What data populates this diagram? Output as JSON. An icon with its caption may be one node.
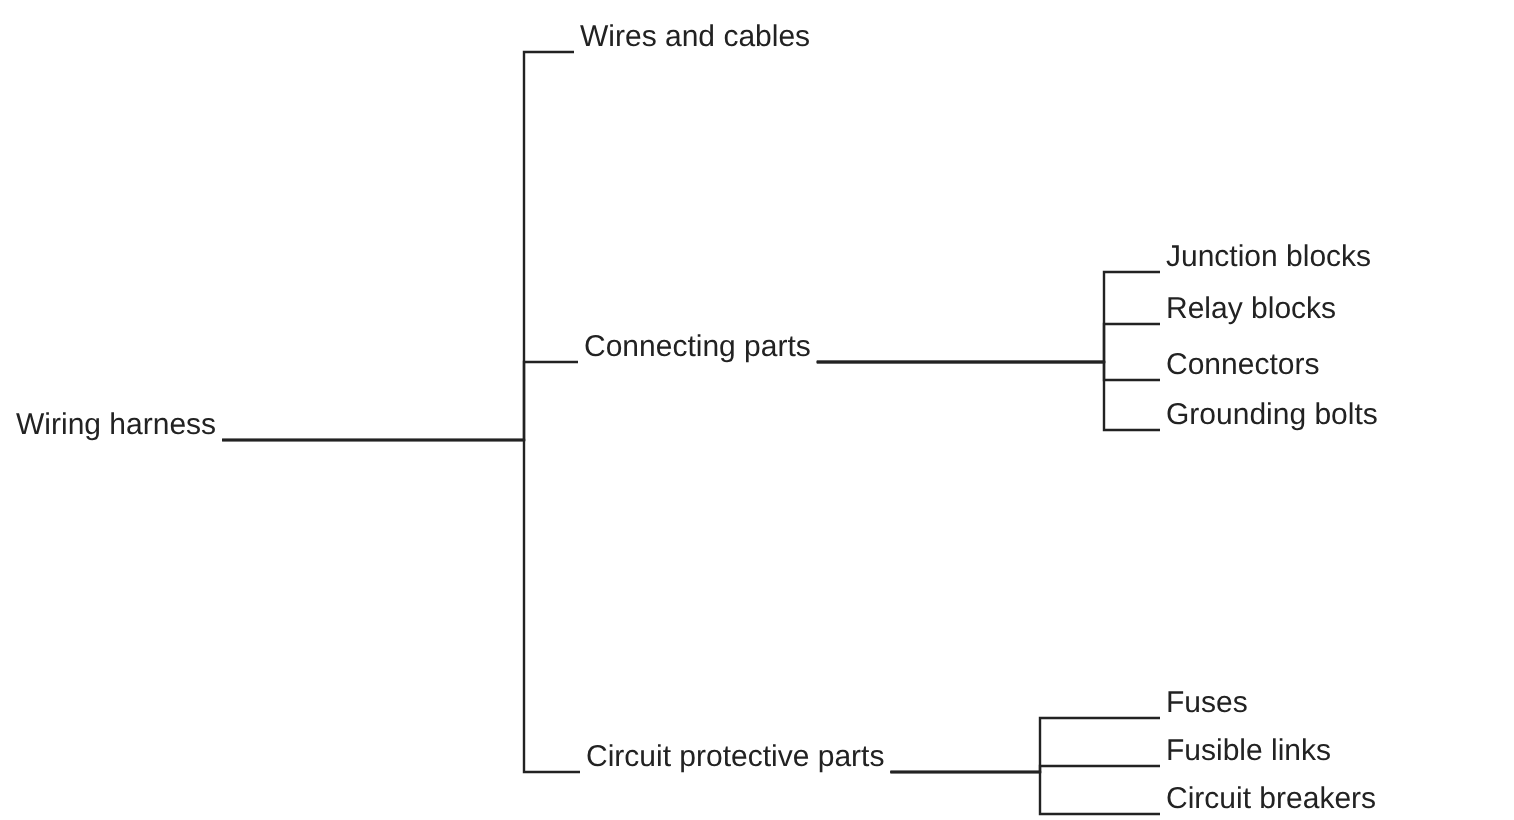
{
  "diagram": {
    "nodes": [
      {
        "text": [
          "Wiring harness"
        ]
      },
      {
        "text": [
          "Wires and cables"
        ]
      },
      {
        "text": [
          "Connecting parts"
        ]
      },
      {
        "text": [
          "Junction blocks"
        ]
      },
      {
        "text": [
          "Relay blocks"
        ]
      },
      {
        "text": [
          "Connectors"
        ]
      },
      {
        "text": [
          "Grounding bolts"
        ]
      },
      {
        "text": [
          "Circuit protective parts"
        ]
      },
      {
        "text": [
          "Fuses"
        ]
      },
      {
        "text": [
          "Fusible links"
        ]
      },
      {
        "text": [
          "Circuit breakers"
        ]
      }
    ],
    "edges": [
      {
        "from": 0,
        "to": 1,
        "arrow": "none"
      },
      {
        "from": 0,
        "to": 2,
        "arrow": "none"
      },
      {
        "from": 0,
        "to": 7,
        "arrow": "none"
      },
      {
        "from": 2,
        "to": 3,
        "arrow": "none"
      },
      {
        "from": 2,
        "to": 4,
        "arrow": "none"
      },
      {
        "from": 2,
        "to": 5,
        "arrow": "none"
      },
      {
        "from": 2,
        "to": 6,
        "arrow": "none"
      },
      {
        "from": 7,
        "to": 8,
        "arrow": "none"
      },
      {
        "from": 7,
        "to": 9,
        "arrow": "none"
      },
      {
        "from": 7,
        "to": 10,
        "arrow": "none"
      }
    ]
  }
}
